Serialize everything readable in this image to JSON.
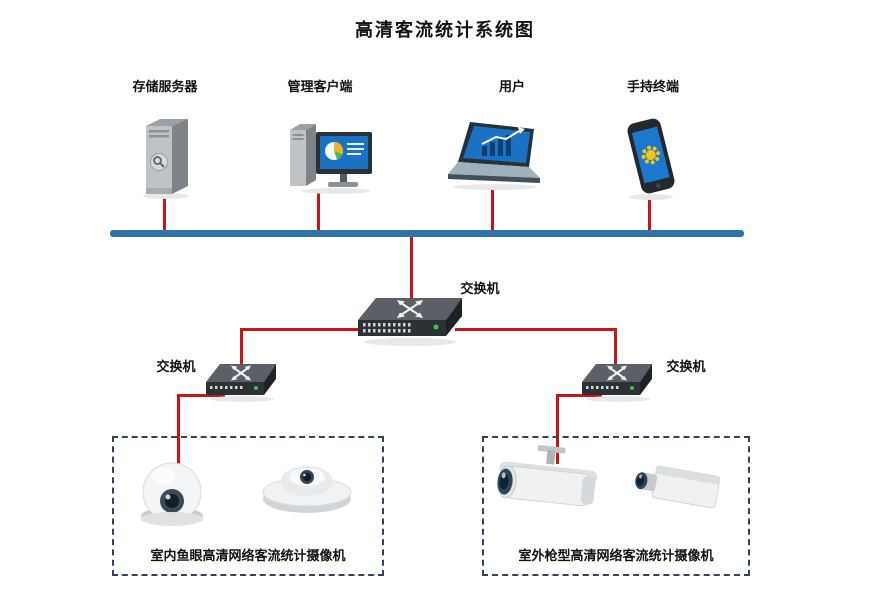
{
  "title": "高清客流统计系统图",
  "colors": {
    "bus": "#2e74a8",
    "line": "#cc1417",
    "box-border": "#33425b"
  },
  "devices": [
    {
      "label": "存储服务器",
      "icon": "storage-server-icon"
    },
    {
      "label": "管理客户端",
      "icon": "management-client-icon"
    },
    {
      "label": "用户",
      "icon": "user-laptop-icon"
    },
    {
      "label": "手持终端",
      "icon": "handheld-terminal-icon"
    }
  ],
  "switches": {
    "core": {
      "label": "交换机"
    },
    "left": {
      "label": "交换机"
    },
    "right": {
      "label": "交换机"
    }
  },
  "camera_groups": {
    "indoor": {
      "label": "室内鱼眼高清网络客流统计摄像机",
      "cameras": [
        "dome-camera",
        "fisheye-camera"
      ]
    },
    "outdoor": {
      "label": "室外枪型高清网络客流统计摄像机",
      "cameras": [
        "bullet-camera",
        "box-camera"
      ]
    }
  }
}
